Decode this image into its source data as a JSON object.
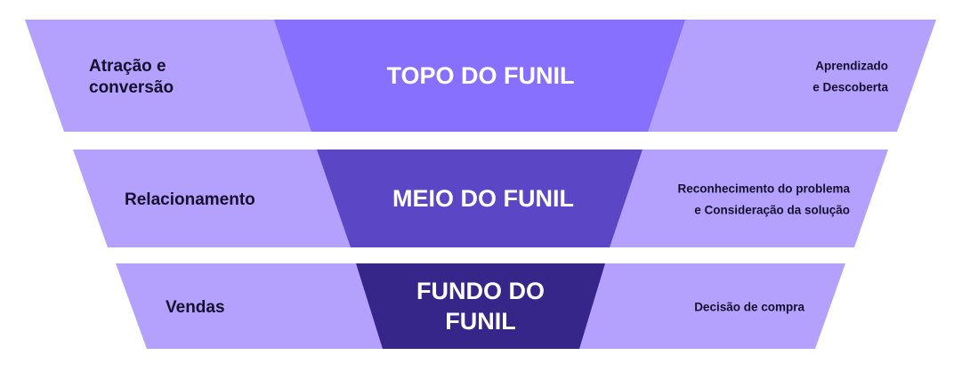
{
  "colors": {
    "side_fill": "#b3a1fd",
    "text_dark": "#15102e",
    "text_light": "#ffffff",
    "background": "#ffffff"
  },
  "stages": [
    {
      "id": "topo",
      "left_lines": [
        "Atração e",
        "conversão"
      ],
      "center_lines": [
        "TOPO DO FUNIL"
      ],
      "right_lines": [
        "Aprendizado",
        "e Descoberta"
      ],
      "center_color": "#8670fd"
    },
    {
      "id": "meio",
      "left_lines": [
        "Relacionamento"
      ],
      "center_lines": [
        "MEIO DO FUNIL"
      ],
      "right_lines": [
        "Reconhecimento do problema",
        "e Consideração da solução"
      ],
      "center_color": "#5b47c6"
    },
    {
      "id": "fundo",
      "left_lines": [
        "Vendas"
      ],
      "center_lines": [
        "FUNDO DO",
        "FUNIL"
      ],
      "right_lines": [
        "Decisão de compra"
      ],
      "center_color": "#37268a"
    }
  ]
}
